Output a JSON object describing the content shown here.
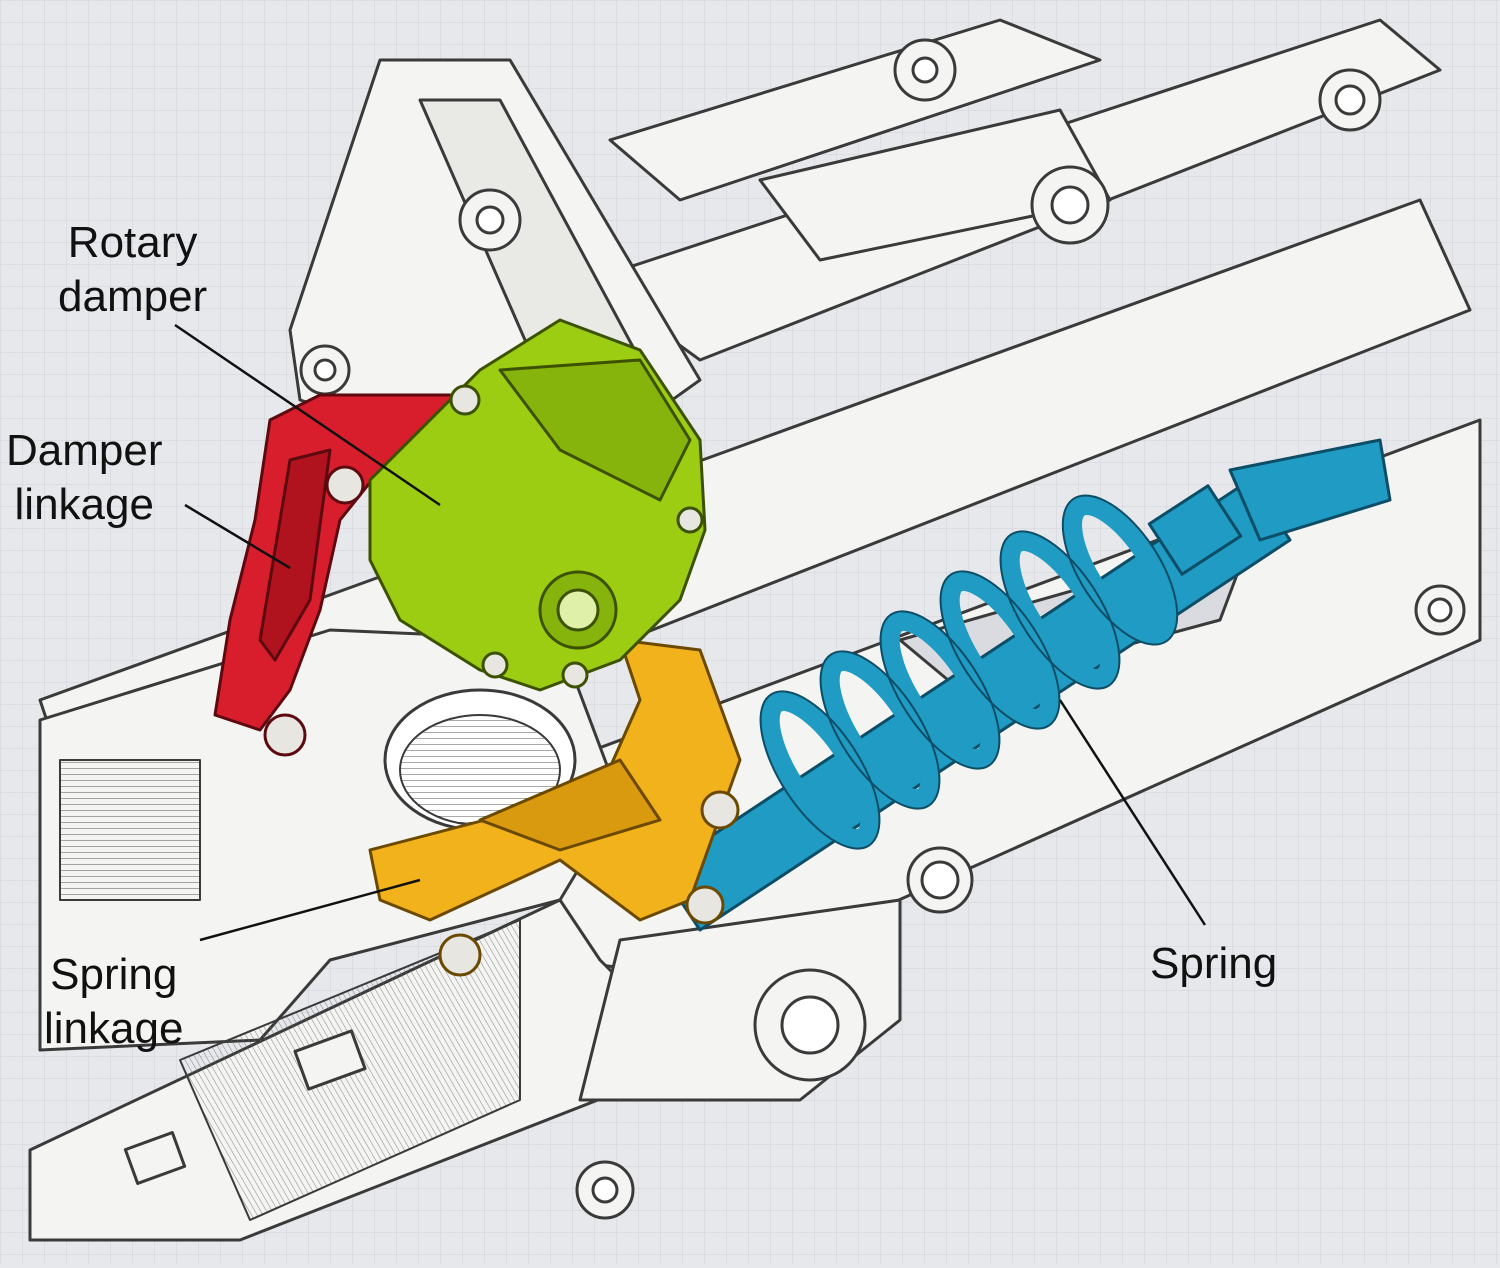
{
  "labels": {
    "rotary_damper": [
      "Rotary",
      "damper"
    ],
    "damper_linkage": [
      "Damper",
      "linkage"
    ],
    "spring_linkage": [
      "Spring",
      "linkage"
    ],
    "spring": [
      "Spring"
    ]
  },
  "colors": {
    "background": "#e7e8ec",
    "frame_fill": "#f4f4f2",
    "frame_stroke": "#3a3a3a",
    "rotary_damper": "#9ccd12",
    "damper_linkage": "#d81e2c",
    "spring_linkage": "#f2b21b",
    "spring": "#1f9bc4",
    "leader": "#111111"
  }
}
